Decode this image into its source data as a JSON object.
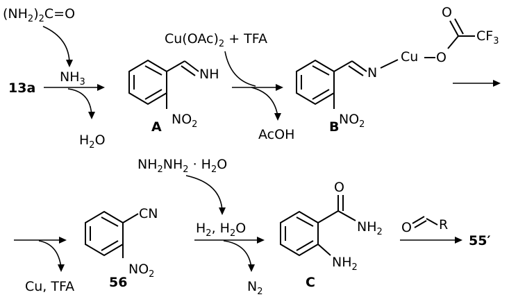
{
  "reagents": {
    "urea": {
      "main": "(NH",
      "sub": "2",
      "tail": ")",
      "tail_sub": "2",
      "rest": "C=O"
    },
    "nh3": {
      "main": "NH",
      "sub": "3"
    },
    "h2o_out": {
      "main": "H",
      "sub": "2",
      "tail": "O"
    },
    "cu_oac": {
      "main": "Cu(OAc)",
      "sub": "2",
      "tail": " + TFA"
    },
    "acoh": "AcOH",
    "hydrazine": {
      "a": "NH",
      "a_sub": "2",
      "b": "NH",
      "b_sub": "2",
      "c": " · H",
      "c_sub": "2",
      "d": "O"
    },
    "h2_h2o": {
      "a": "H",
      "a_sub": "2",
      "b": ", H",
      "b_sub": "2",
      "c": "O"
    },
    "n2": {
      "main": "N",
      "sub": "2"
    },
    "cu_tfa": "Cu, TFA"
  },
  "compounds": {
    "start": "13a",
    "A": "A",
    "B": "B",
    "c56": "56",
    "C": "C",
    "product": "55′"
  },
  "atoms": {
    "nh": "NH",
    "no2": {
      "main": "NO",
      "sub": "2"
    },
    "n": "N",
    "cu": "Cu",
    "o": "O",
    "cf3": {
      "main": "CF",
      "sub": "3"
    },
    "cn": "CN",
    "nh2": {
      "main": "NH",
      "sub": "2"
    },
    "r": "R"
  }
}
